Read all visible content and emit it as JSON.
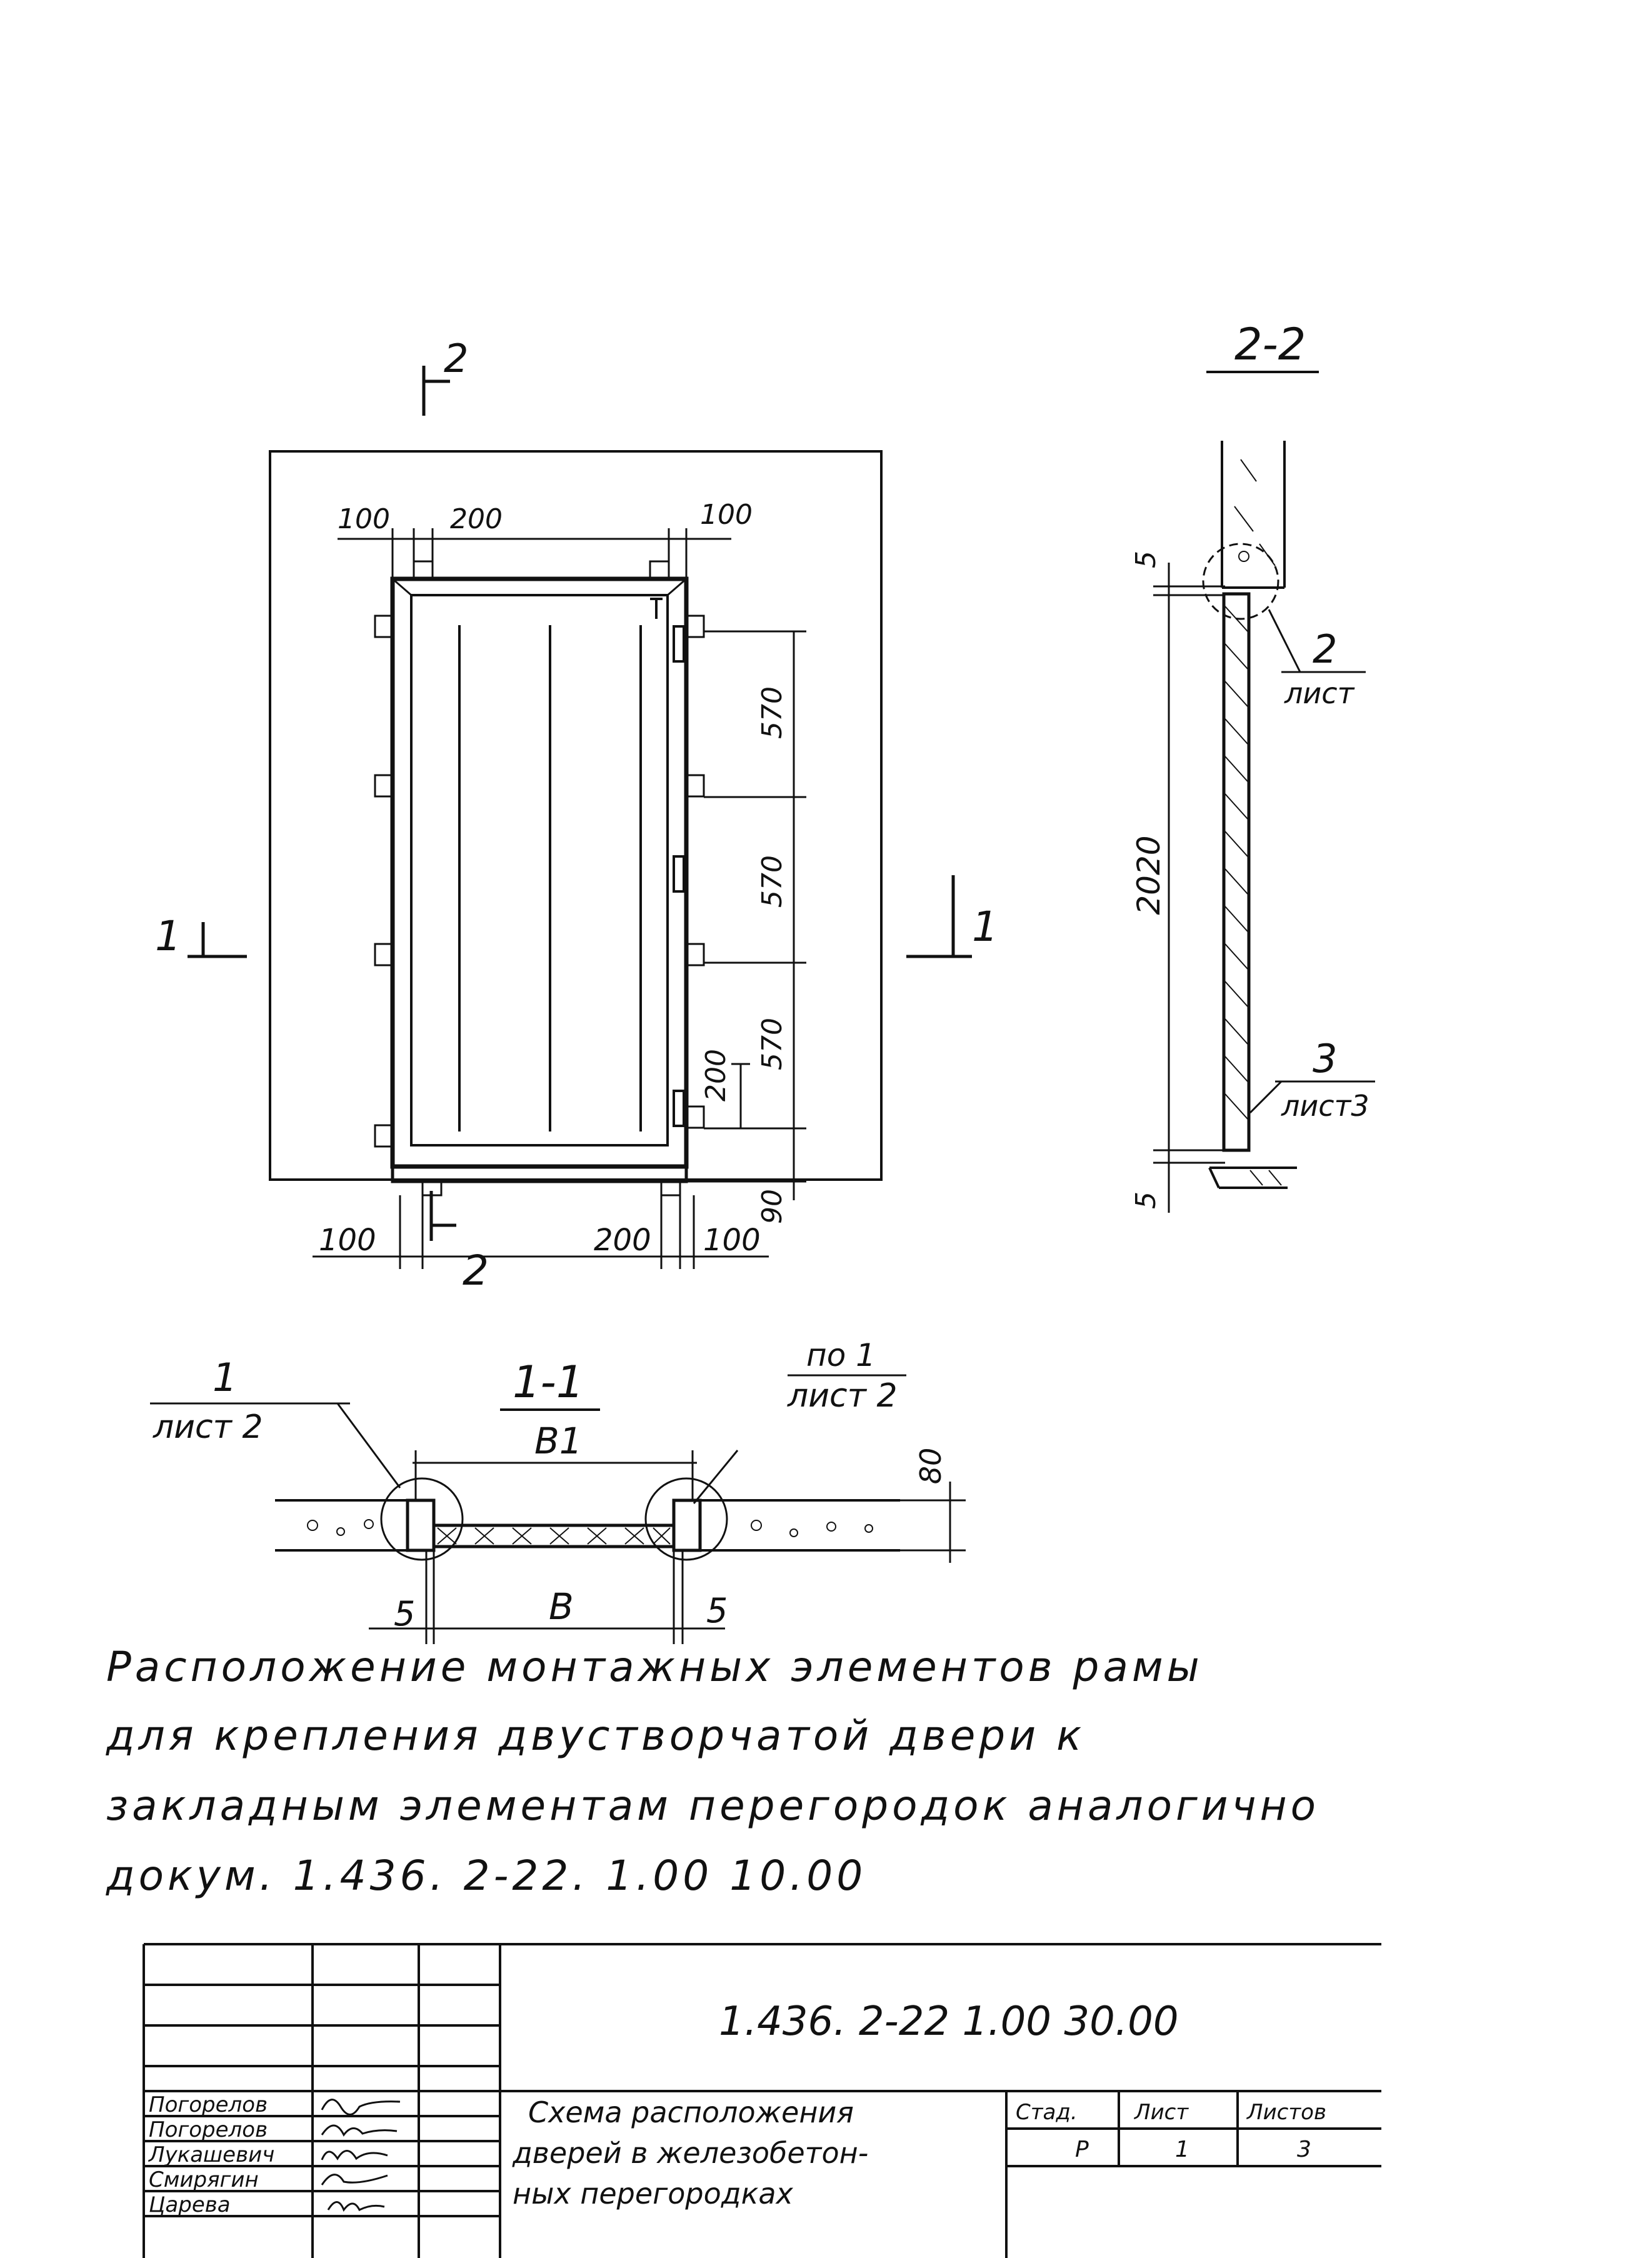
{
  "section_marks": {
    "two": "2",
    "one": "1"
  },
  "section_titles": {
    "s22": "2-2",
    "s11": "1-1"
  },
  "dimensions": {
    "d100_tl": "100",
    "d200_t": "200",
    "d100_tr": "100",
    "d570_a": "570",
    "d570_b": "570",
    "d570_c": "570",
    "d200_side": "200",
    "d100_bl": "100",
    "d200_b": "200",
    "d100_br": "100",
    "d90": "90",
    "d5_top": "5",
    "d2020": "2020",
    "d5_bottom": "5",
    "d80": "80",
    "d5_left": "5",
    "d5_right": "5",
    "b1": "B1",
    "b": "B"
  },
  "callouts": {
    "c2_num": "2",
    "c2_sheet": "лист",
    "c3_num": "3",
    "c3_sheet": "лист3",
    "c1_num": "1",
    "c1_sheet": "лист 2",
    "cpo_num": "по 1",
    "cpo_sheet": "лист 2"
  },
  "caption_lines": [
    "Расположение монтажных элементов рамы",
    "для крепления двустворчатой двери к",
    "закладным элементам перегородок аналогично",
    "докум. 1.436. 2-22. 1.00 10.00"
  ],
  "title_block": {
    "doc_code": "1.436. 2-22 1.00 30.00",
    "title_lines": [
      "Схема расположения",
      "дверей в железобетон-",
      "ных перегородках"
    ],
    "stage_label": "Стад.",
    "sheet_label": "Лист",
    "sheets_label": "Листов",
    "stage_value": "Р",
    "sheet_value": "1",
    "sheets_value": "3",
    "people": [
      "Погорелов",
      "Погорелов",
      "Лукашевич",
      "Смирягин",
      "Царева"
    ]
  }
}
